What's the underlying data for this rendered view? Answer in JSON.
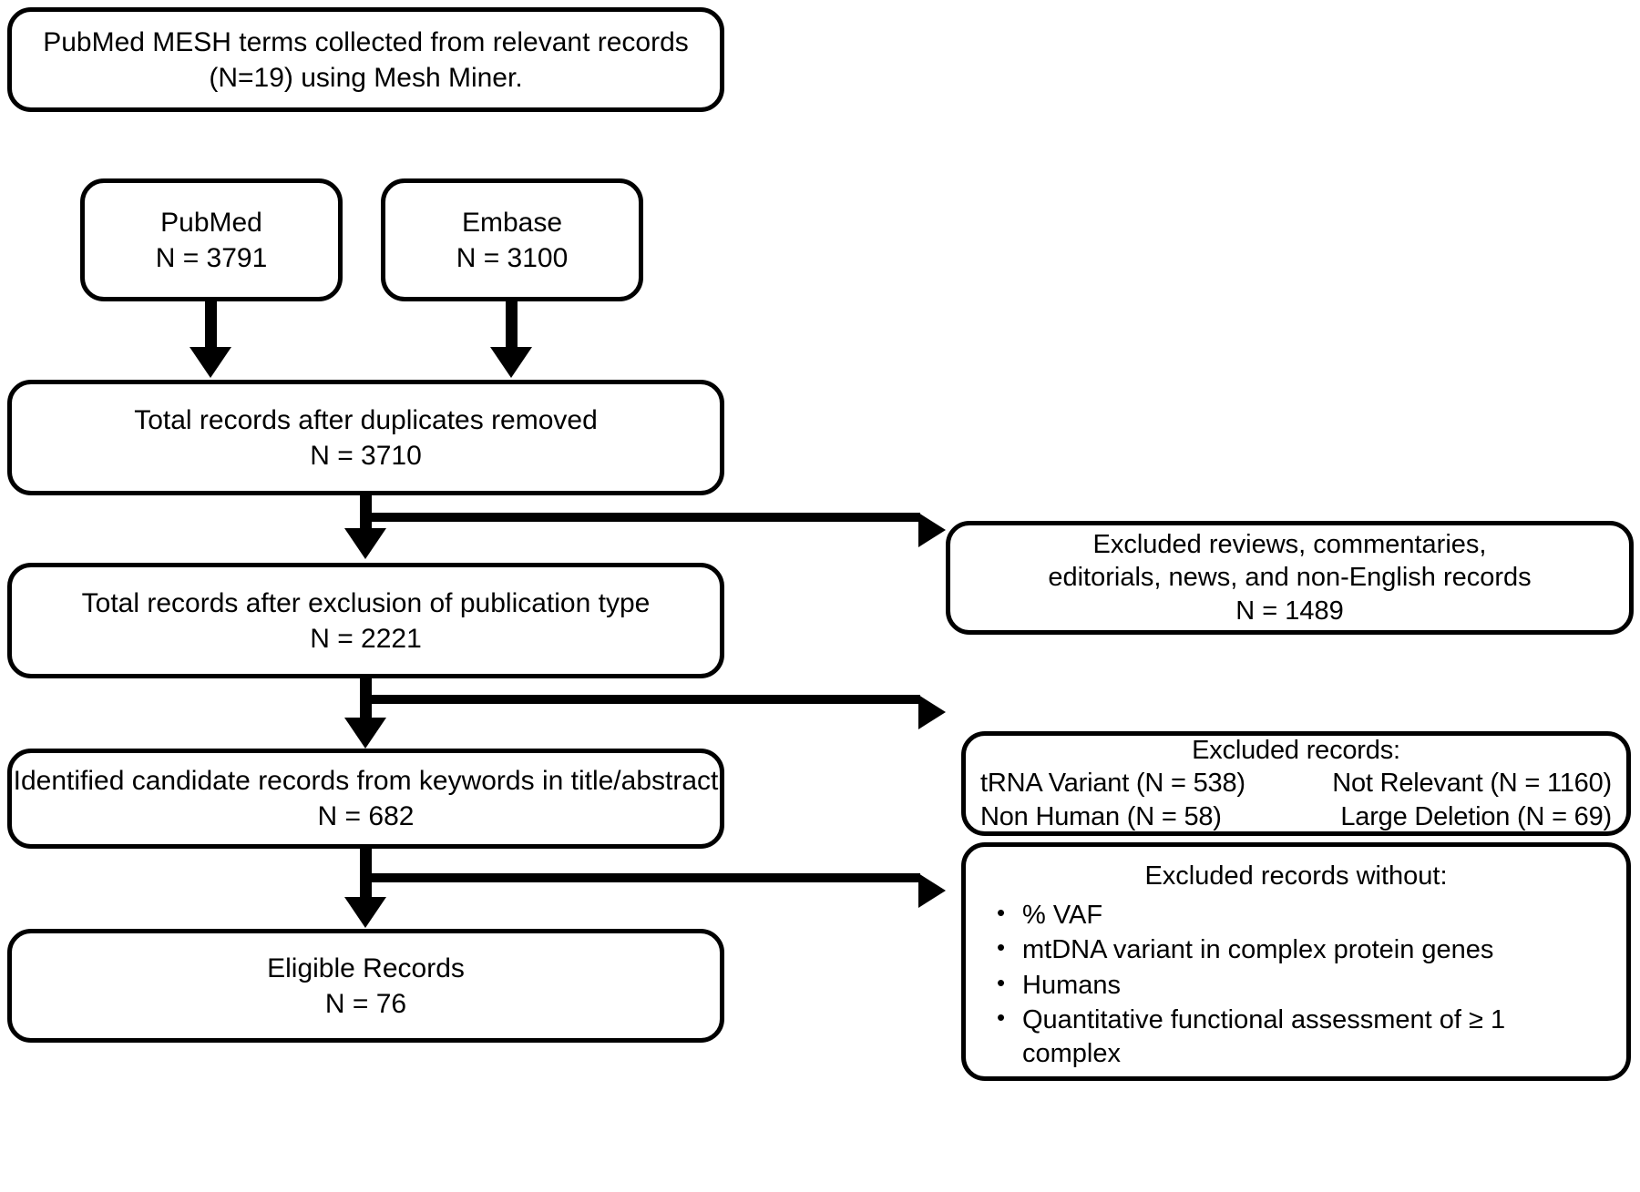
{
  "diagram": {
    "title": "Study selection flow diagram",
    "type": "prisma-flow",
    "stroke_color": "#000000",
    "background_color": "#FFFFFF",
    "text_color": "#000000"
  },
  "nodes": {
    "mesh_terms": {
      "line1": "PubMed MESH terms collected from relevant records",
      "line2": "(N=19) using Mesh Miner."
    },
    "pubmed": {
      "line1": "PubMed",
      "line2": "N = 3791"
    },
    "embase": {
      "line1": "Embase",
      "line2": "N = 3100"
    },
    "after_duplicates": {
      "line1": "Total records after duplicates removed",
      "line2": "N = 3710"
    },
    "after_pubtype": {
      "line1": "Total records after exclusion of publication type",
      "line2": "N = 2221"
    },
    "candidates": {
      "line1": "Identified candidate records from keywords in title/abstract",
      "line2": "N = 682"
    },
    "eligible": {
      "line1": "Eligible Records",
      "line2": "N = 76"
    }
  },
  "exclusions": {
    "pubtype": {
      "line1": "Excluded reviews, commentaries,",
      "line2": "editorials, news, and non-English records",
      "line3": "N = 1489"
    },
    "screening": {
      "heading": "Excluded records:",
      "row1_left": "tRNA Variant (N = 538)",
      "row1_right": "Not Relevant (N = 1160)",
      "row2_left": "Non Human (N = 58)",
      "row2_right": "Large Deletion (N = 69)"
    },
    "eligibility": {
      "heading": "Excluded records without:",
      "bullets": [
        "% VAF",
        "mtDNA variant in complex protein genes",
        "Humans",
        "Quantitative functional assessment of ≥ 1 complex"
      ]
    }
  }
}
